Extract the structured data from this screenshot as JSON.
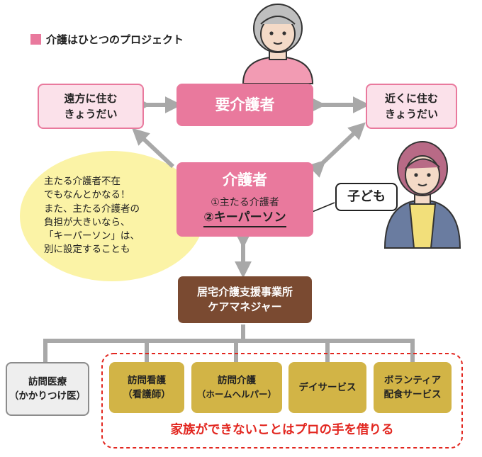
{
  "legend": {
    "label": "介護はひとつのプロジェクト",
    "color": "#e9799d"
  },
  "top_center": {
    "label": "要介護者"
  },
  "top_left": {
    "line1": "遠方に住む",
    "line2": "きょうだい"
  },
  "top_right": {
    "line1": "近くに住む",
    "line2": "きょうだい"
  },
  "caregiver": {
    "title": "介護者",
    "line1": "①主たる介護者",
    "line2": "②キーパーソン"
  },
  "child_label": "子ども",
  "bubble": {
    "lines": [
      "主たる介護者不在",
      "でもなんとかなる！",
      "また、主たる介護者の",
      "負担が大きいなら、",
      "「キーパーソン」は、",
      "別に設定することも"
    ]
  },
  "care_office": {
    "line1": "居宅介護支援事業所",
    "line2": "ケアマネジャー"
  },
  "services": [
    {
      "line1": "訪問医療",
      "line2": "（かかりつけ医）"
    },
    {
      "line1": "訪問看護",
      "line2": "（看護師）"
    },
    {
      "line1": "訪問介護",
      "line2": "（ホームヘルパー）"
    },
    {
      "line1": "デイサービス",
      "line2": ""
    },
    {
      "line1": "ボランティア",
      "line2": "配食サービス"
    }
  ],
  "pro_caption": "家族ができないことはプロの手を借りる",
  "colors": {
    "pink": "#e9799d",
    "light_pink": "#fbe1ea",
    "gold": "#d2b446",
    "brown": "#7a4a31",
    "red": "#e2261f",
    "yellow": "#fbf3a6",
    "grey_arrow": "#a8a8a8"
  }
}
